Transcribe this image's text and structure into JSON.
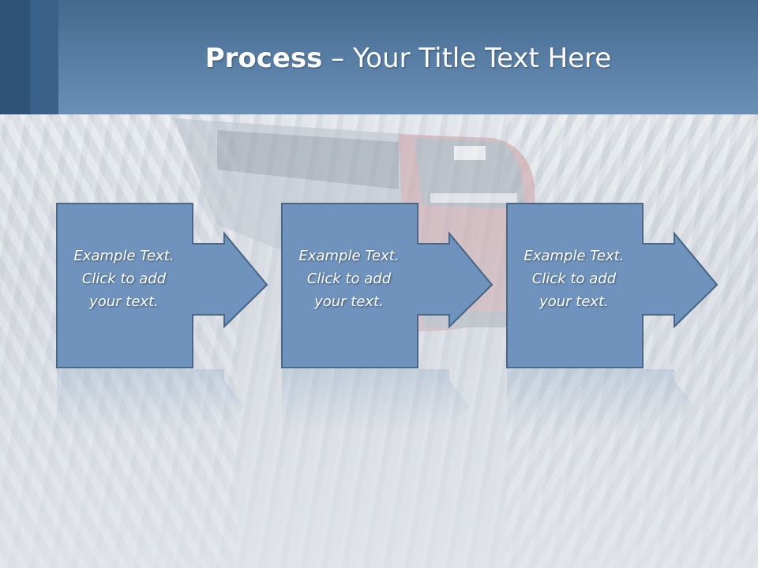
{
  "slide": {
    "title_bold": "Process",
    "title_rest": " – Your Title Text Here",
    "colors": {
      "header": "#5a7fa6",
      "header_dark": "#2f5378",
      "box_fill": "#6f93bd",
      "box_border": "#4a6787",
      "text": "#ffffff"
    }
  },
  "steps": [
    {
      "text": "Example Text.\nClick  to add\nyour text.",
      "icon": "arrow-right"
    },
    {
      "text": "Example Text.\nClick  to add\nyour text.",
      "icon": "arrow-right"
    },
    {
      "text": "Example Text.\nClick  to add\nyour text.",
      "icon": "arrow-right"
    }
  ]
}
